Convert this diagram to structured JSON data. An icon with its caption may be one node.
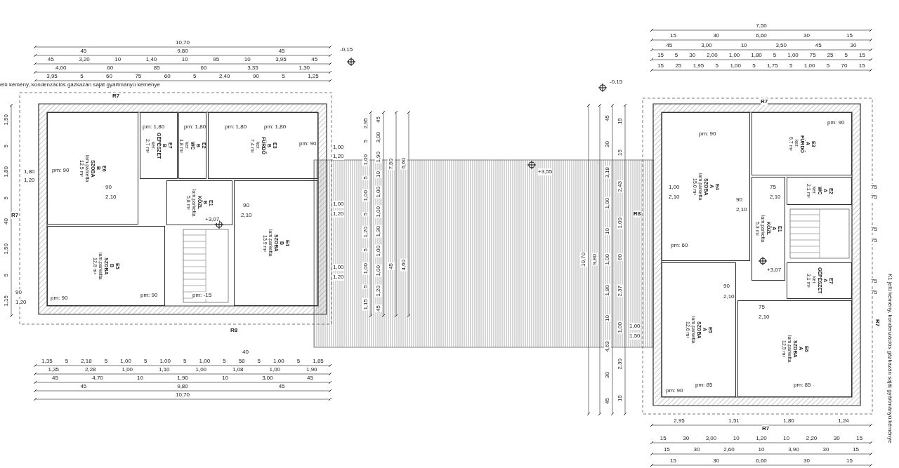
{
  "diagram": {
    "nodes": [
      {
        "text": [
          "E6",
          "B",
          "SZOBA",
          "lam.parketta",
          "12,5 m²"
        ]
      },
      {
        "text": [
          "E7",
          "B",
          "GÉPÉSZET",
          "ker.",
          "2,7 m²"
        ]
      },
      {
        "text": [
          "E2",
          "B",
          "WC",
          "ker.",
          "1,8 m²"
        ]
      },
      {
        "text": [
          "E3",
          "B",
          "FÜRDŐ",
          "ker.",
          "7,4 m²"
        ]
      },
      {
        "text": [
          "E1",
          "B",
          "KÖZL",
          "lam.parketta",
          "5,8 m²"
        ]
      },
      {
        "text": [
          "E5",
          "B",
          "SZOBA",
          "lam.parketta",
          "12,8 m²"
        ]
      },
      {
        "text": [
          "E4",
          "B",
          "SZOBA",
          "lam.parketta",
          "13,9 m²"
        ]
      },
      {
        "text": [
          "E4",
          "A",
          "SZOBA",
          "lam.parketta",
          "15,0 m²"
        ]
      },
      {
        "text": [
          "E3",
          "A",
          "FÜRDŐ",
          "ker.",
          "6,7 m²"
        ]
      },
      {
        "text": [
          "E2",
          "A",
          "WC",
          "ker.",
          "2,1 m²"
        ]
      },
      {
        "text": [
          "E1",
          "A",
          "KÖZL",
          "lam.parketta",
          "5,3 m²"
        ]
      },
      {
        "text": [
          "E7",
          "A",
          "GÉPÉSZET",
          "ker.",
          "3,1 m²"
        ]
      },
      {
        "text": [
          "E5",
          "A",
          "SZOBA",
          "lam.parketta",
          "12,6 m²"
        ]
      },
      {
        "text": [
          "E6",
          "A",
          "SZOBA",
          "lam.parketta",
          "12,5 m²"
        ]
      }
    ],
    "labels": [
      "10,70",
      "45",
      "9,80",
      "45",
      "45",
      "3,20",
      "10",
      "1,40",
      "10",
      "95",
      "10",
      "3,95",
      "45",
      "4,00",
      "60",
      "85",
      "60",
      "3,35",
      "1,30",
      "3,95",
      "5",
      "60",
      "75",
      "60",
      "5",
      "2,40",
      "90",
      "5",
      "1,25",
      "-0,15",
      "elü kémény, kondenzációs gázkazán saját gyártmányú kéménye",
      "R7",
      "7,50",
      "15",
      "30",
      "6,60",
      "30",
      "15",
      "45",
      "3,00",
      "10",
      "3,50",
      "45",
      "30",
      "15",
      "5",
      "30",
      "2,00",
      "1,00",
      "1,80",
      "5",
      "1,00",
      "75",
      "25",
      "5",
      "15",
      "15",
      "25",
      "1,95",
      "5",
      "1,00",
      "5",
      "1,75",
      "5",
      "1,00",
      "5",
      "70",
      "15",
      "-0,15",
      "R7",
      "1,50",
      "5",
      "1,80",
      "5",
      "40",
      "1,50",
      "5",
      "1,15",
      "R7",
      "pm: 1,80",
      "pm: 1,80",
      "pm: 1,80",
      "pm: 1,80",
      "pm: 90",
      "1,80",
      "1,20",
      "pm: 90",
      "90",
      "2,10",
      "90",
      "2,10",
      "+3,07",
      "1,00",
      "1,20",
      "1,00",
      "1,20",
      "1,00",
      "1,20",
      "90",
      "1,20",
      "pm: 90",
      "pm: 90",
      "pm: -15",
      "R8",
      "40",
      "1,35",
      "5",
      "2,18",
      "5",
      "1,00",
      "5",
      "1,00",
      "5",
      "1,00",
      "5",
      "58",
      "5",
      "1,00",
      "5",
      "1,85",
      "1,35",
      "2,28",
      "1,00",
      "1,10",
      "1,00",
      "1,08",
      "1,00",
      "1,90",
      "45",
      "4,70",
      "10",
      "1,90",
      "10",
      "3,00",
      "45",
      "45",
      "9,80",
      "45",
      "10,70",
      "+3,55",
      "2,95",
      "5",
      "1,00",
      "5",
      "1,00",
      "5",
      "1,20",
      "5",
      "1,00",
      "5",
      "1,15",
      "45",
      "3,00",
      "1,90",
      "10",
      "1,00",
      "1,00",
      "1,30",
      "1,00",
      "1,00",
      "1,20",
      "45",
      "7,50",
      "45",
      "6,60",
      "4,60",
      "10,70",
      "9,80",
      "45",
      "30",
      "3,18",
      "1,00",
      "10",
      "1,00",
      "1,80",
      "10",
      "4,63",
      "30",
      "45",
      "15",
      "15",
      "2,43",
      "1,00",
      "60",
      "2,37",
      "1,00",
      "2,30",
      "15",
      "pm: 90",
      "pm: 90",
      "1,00",
      "2,10",
      "90",
      "2,10",
      "75",
      "2,10",
      "R8",
      "pm: 60",
      "+3,07",
      "90",
      "2,10",
      "75",
      "2,10",
      "1,00",
      "1,50",
      "pm: 85",
      "pm: 85",
      "pm: 90",
      "75",
      "75",
      "75",
      "75",
      "75",
      "75",
      "R7",
      "K1 jelü kémény, kondenzációs gázkazán saját gyártmányú kéménye",
      "2,95",
      "1,51",
      "1,80",
      "1,24",
      "R7",
      "15",
      "30",
      "3,00",
      "10",
      "1,20",
      "10",
      "2,20",
      "30",
      "15",
      "15",
      "30",
      "2,60",
      "10",
      "3,90",
      "30",
      "15",
      "15",
      "30",
      "6,60",
      "30",
      "15"
    ]
  }
}
